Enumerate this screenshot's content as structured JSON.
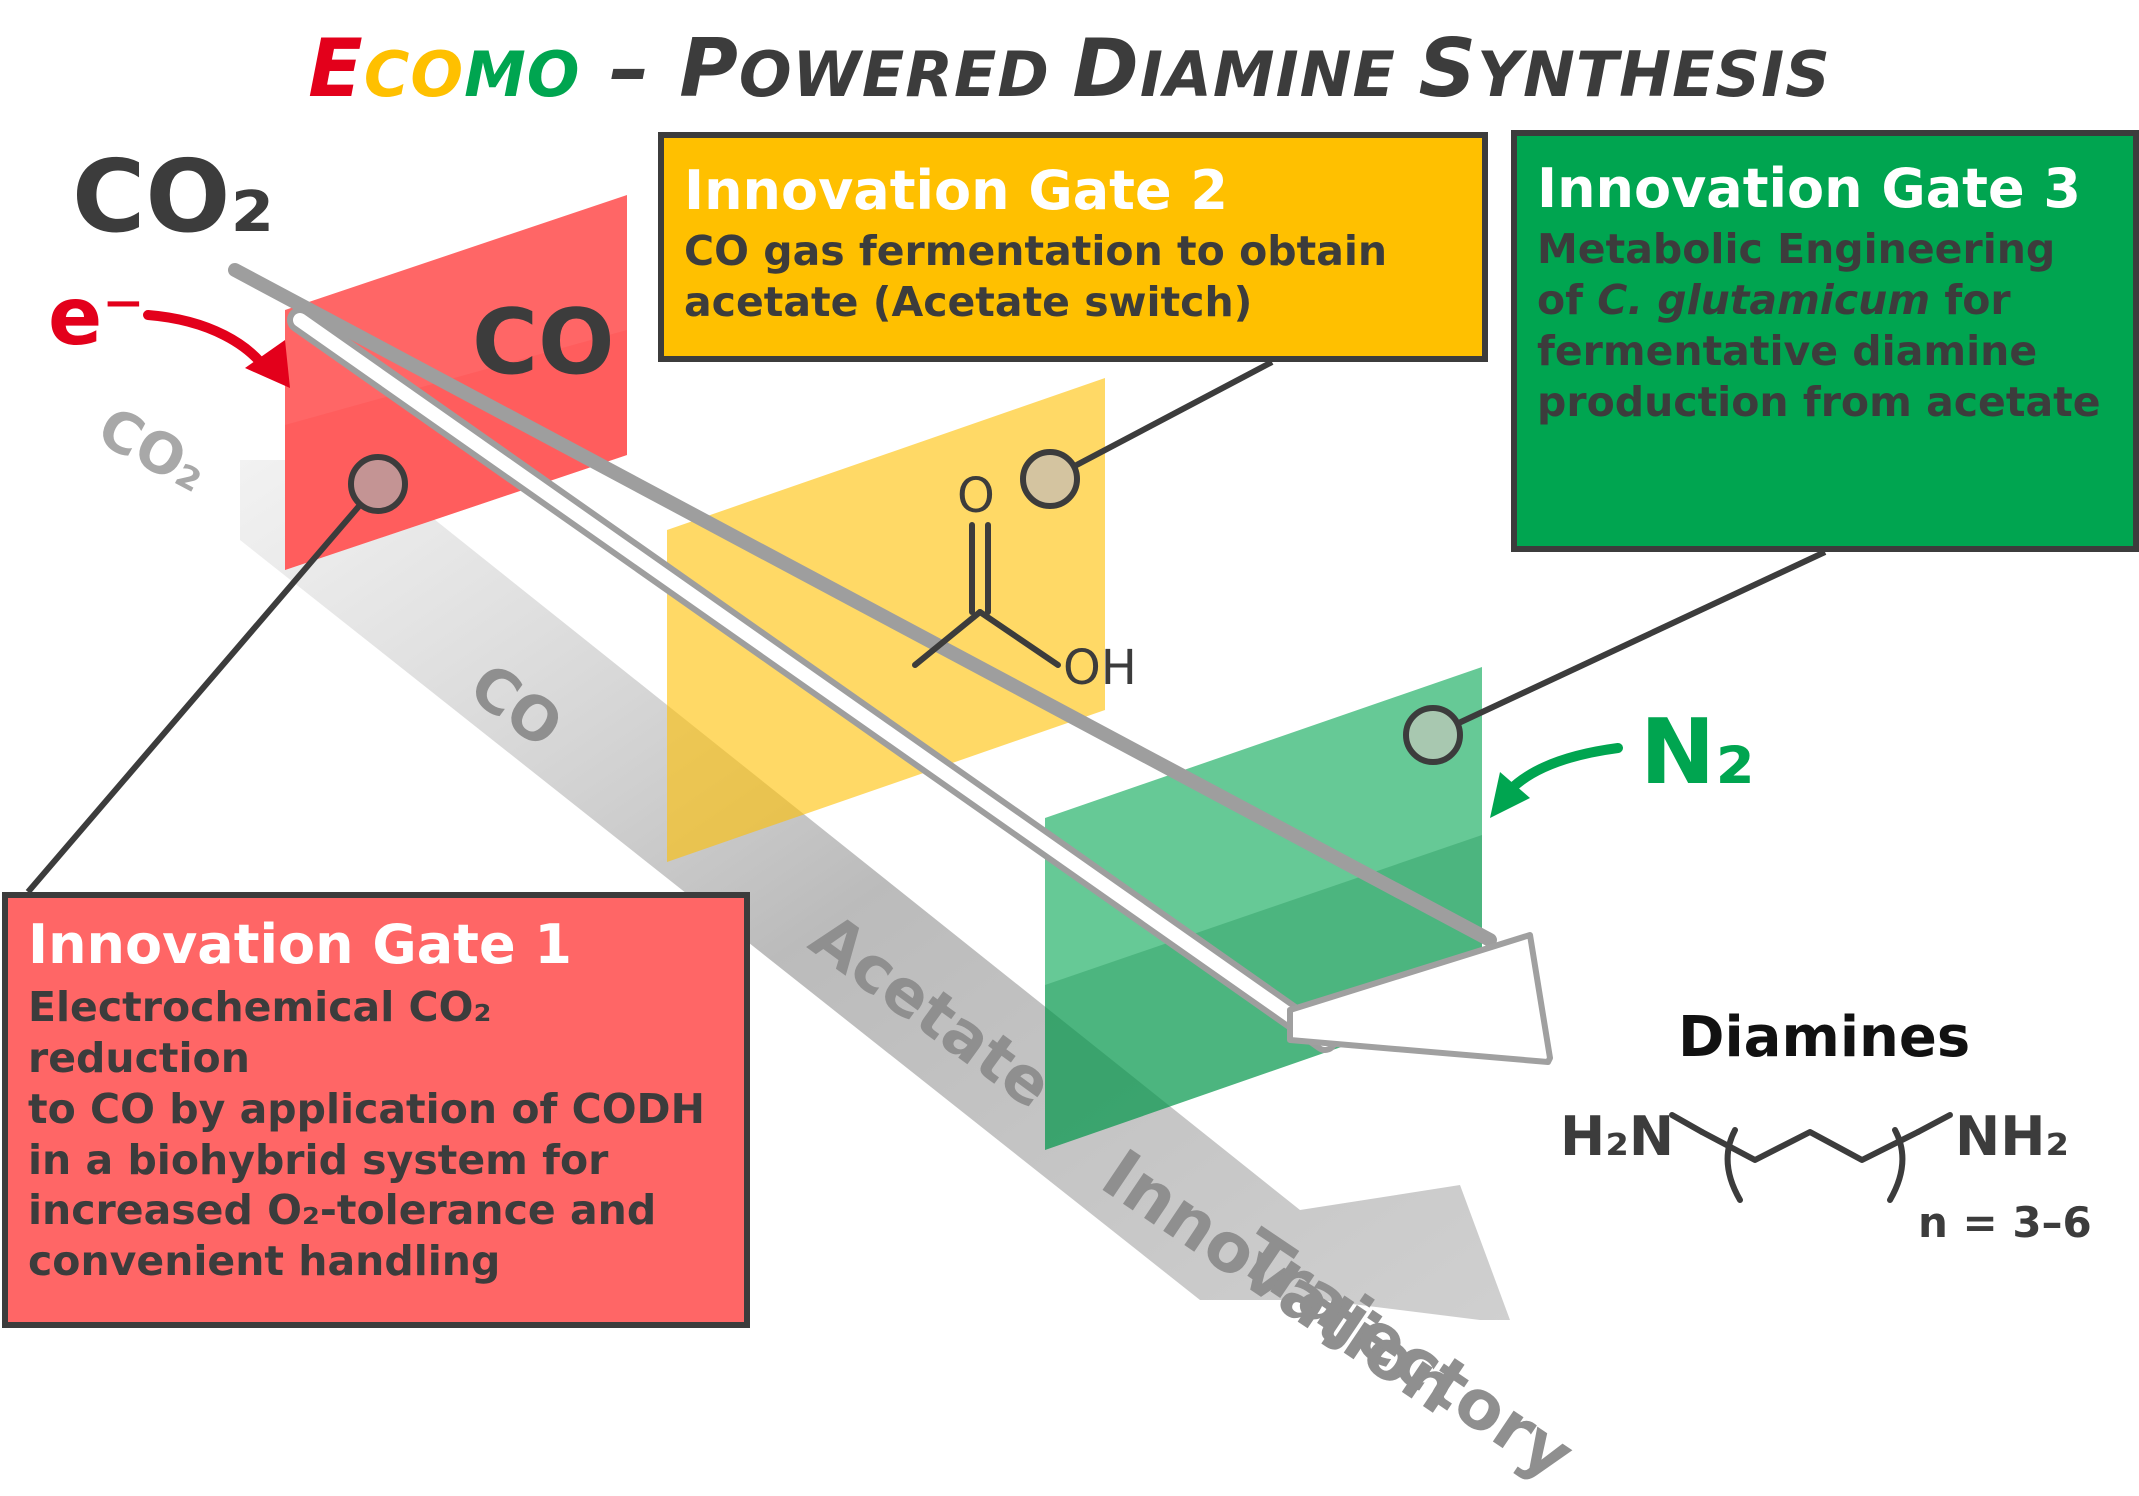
{
  "title": {
    "e": "E",
    "c": "C",
    "o": "O",
    "m": "M",
    "o2": "O",
    "rest_dash": " – ",
    "rest_p": "P",
    "rest_owered": "OWERED ",
    "rest_d": "D",
    "rest_iamine": "IAMINE ",
    "rest_s": "S",
    "rest_ynthesis": "YNTHESIS",
    "colors": {
      "e": "#e3001b",
      "c": "#ffc000",
      "o": "#ffc000",
      "m": "#00a550",
      "o2": "#00a550"
    }
  },
  "gate1": {
    "title": "Innovation Gate 1",
    "lines": [
      "Electrochemical CO₂ reduction",
      "to CO by application of CODH",
      "in a biohybrid system for",
      "increased O₂-tolerance and",
      "convenient handling"
    ],
    "color": "#ff6666"
  },
  "gate2": {
    "title": "Innovation Gate 2",
    "lines": [
      "CO gas fermentation to obtain",
      "acetate (Acetate switch)"
    ],
    "color": "#ffc000"
  },
  "gate3": {
    "title": "Innovation Gate 3",
    "line1": "Metabolic Engineering",
    "line2a": "of ",
    "line2b": "C. glutamicum",
    "line2c": " for",
    "line3": "fermentative diamine",
    "line4": "production from acetate",
    "color": "#00a550"
  },
  "labels": {
    "co2_main": "CO₂",
    "electron": "e⁻",
    "co_main": "CO",
    "n2": "N₂",
    "co2_shadow": "CO₂",
    "co_shadow": "CO",
    "acetate_shadow": "Acetate",
    "innovation": "Innovation",
    "trajectory": "Trajectory",
    "acetic_o": "O",
    "acetic_oh": "OH",
    "diamines": "Diamines",
    "h2n": "H₂N",
    "nh2": "NH₂",
    "n_range": "n = 3–6"
  },
  "icons": {
    "arrow-electron": "curved-arrow",
    "arrow-n2": "curved-arrow",
    "trajectory-arrow": "big-arrow"
  }
}
